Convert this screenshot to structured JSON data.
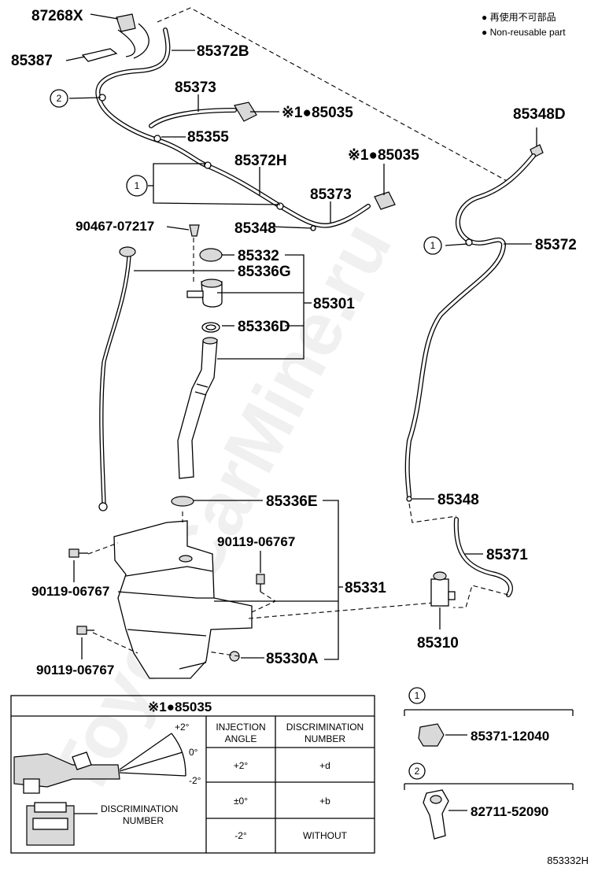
{
  "legend": {
    "lines": [
      "● 再使用不可部品",
      "● Non-reusable part"
    ]
  },
  "part_labels": {
    "p87268X": "87268X",
    "p85387": "85387",
    "p85372B": "85372B",
    "p85373a": "85373",
    "p85035a": "※1●85035",
    "p85355": "85355",
    "p85372H": "85372H",
    "p85035b": "※1●85035",
    "p85373b": "85373",
    "p85348a": "85348",
    "p90467": "90467-07217",
    "p85332": "85332",
    "p85336G": "85336G",
    "p85301": "85301",
    "p85336D": "85336D",
    "p85348D": "85348D",
    "p85372": "85372",
    "p85348b": "85348",
    "p85371": "85371",
    "p85336E": "85336E",
    "p90119a": "90119-06767",
    "p90119b": "90119-06767",
    "p90119c": "90119-06767",
    "p85331": "85331",
    "p85310": "85310",
    "p85330A": "85330A"
  },
  "callouts": {
    "c1a": "1",
    "c2a": "2",
    "c1b": "1"
  },
  "detail_table": {
    "title": "※1●85035",
    "angle_marks": [
      "+2°",
      "0°",
      "-2°"
    ],
    "discrimination_label_line1": "DISCRIMINATION",
    "discrimination_label_line2": "NUMBER",
    "headers": [
      [
        "INJECTION",
        "ANGLE"
      ],
      [
        "DISCRIMINATION",
        "NUMBER"
      ]
    ],
    "rows": [
      {
        "angle": "+2°",
        "number": "+d"
      },
      {
        "angle": "±0°",
        "number": "+b"
      },
      {
        "angle": "-2°",
        "number": "WITHOUT"
      }
    ]
  },
  "clip_panel": {
    "items": [
      {
        "callout": "1",
        "part": "85371-12040"
      },
      {
        "callout": "2",
        "part": "82711-52090"
      }
    ]
  },
  "figure_id": "853332H",
  "watermark": "ToyotaCarMine.ru"
}
